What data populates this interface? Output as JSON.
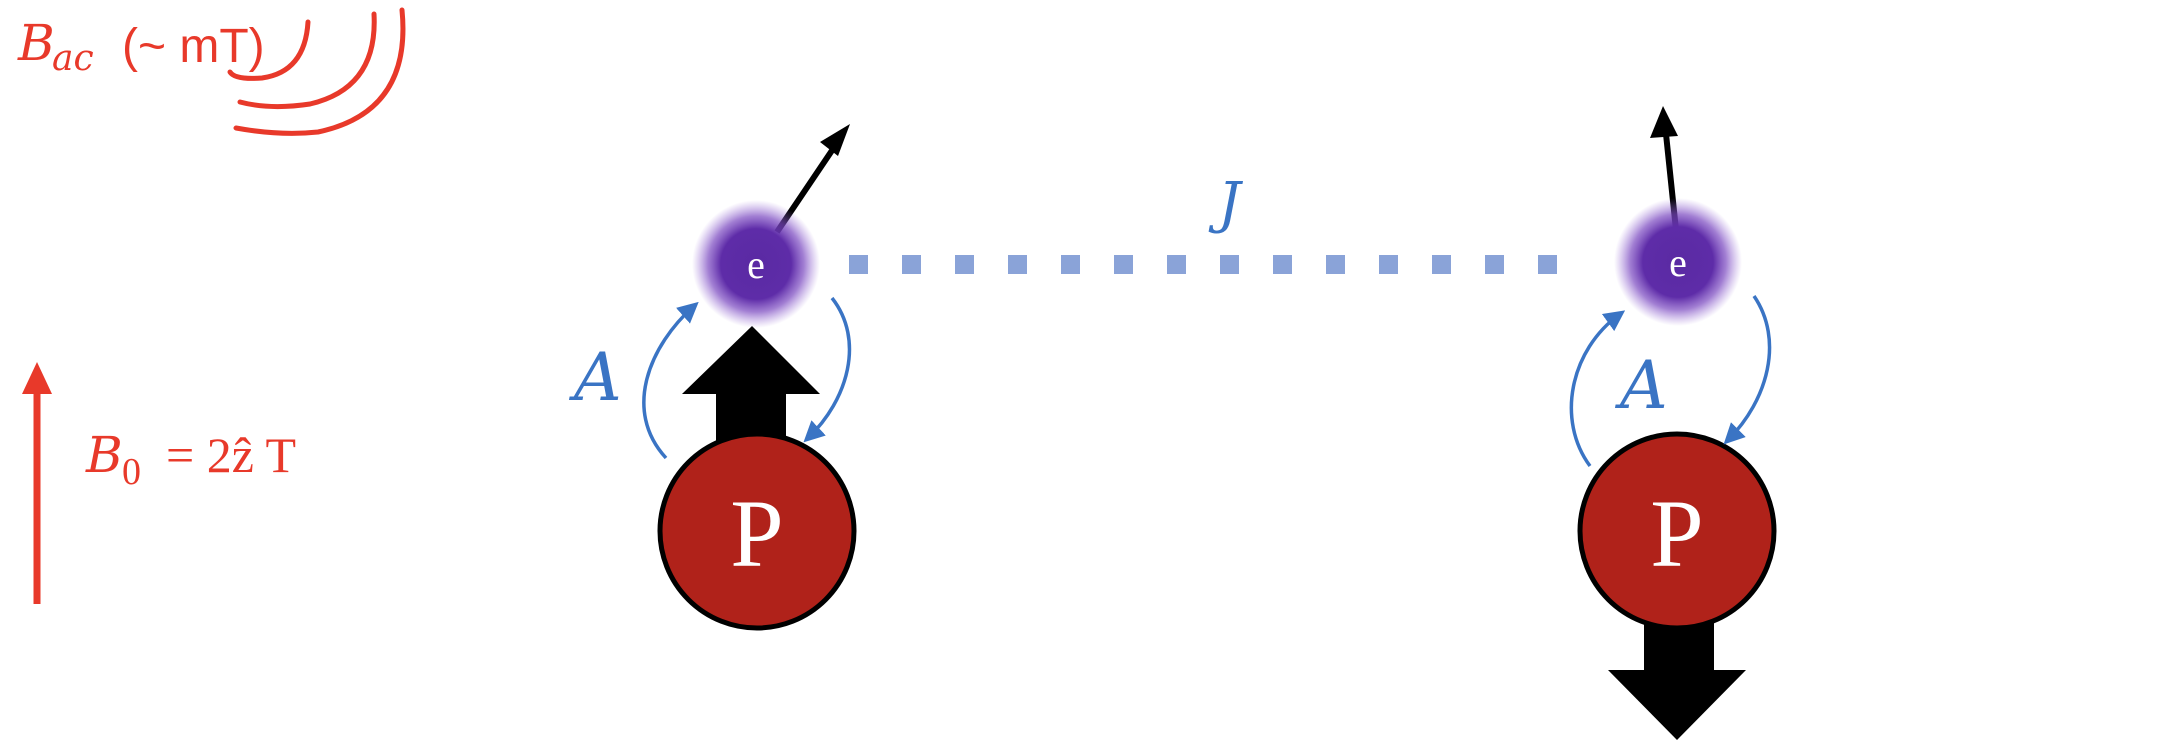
{
  "labels": {
    "b_ac_symbol": "B",
    "b_ac_subscript": "ac",
    "b_ac_amplitude": "(~ mT)",
    "b0_symbol": "B",
    "b0_subscript": "0",
    "b0_value": "= 2ẑ T",
    "exchange": "J",
    "hyperfine_left": "A",
    "hyperfine_right": "A",
    "electron_left": "e",
    "electron_right": "e",
    "nucleus_left": "P",
    "nucleus_right": "P"
  },
  "colors": {
    "field": "#e8392a",
    "hyperfine": "#3a74c4",
    "exchange_dots": "#8aa3d8",
    "electron": "#5a2aa3",
    "nucleus": "#b0221a",
    "spin_arrow": "#000000"
  },
  "icons": {
    "ac_field": "radio-wave-icon",
    "static_field": "up-arrow-icon"
  }
}
